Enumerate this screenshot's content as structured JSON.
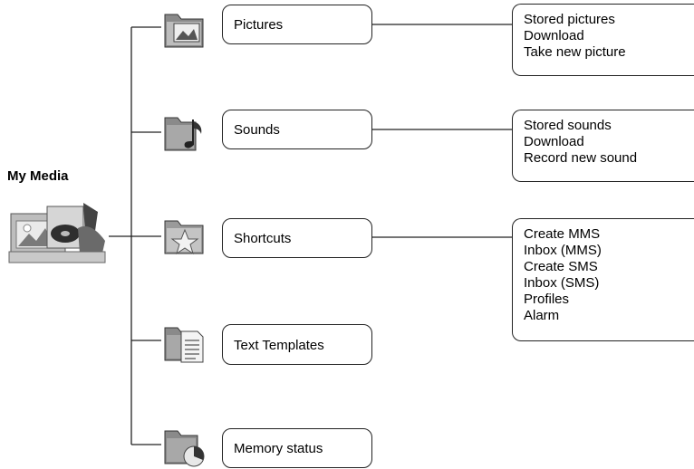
{
  "root": {
    "title": "My Media",
    "icon": "media-collage-icon"
  },
  "items": [
    {
      "label": "Pictures",
      "icon": "folder-picture-icon",
      "submenu": [
        "Stored pictures",
        "Download",
        "Take new picture"
      ]
    },
    {
      "label": "Sounds",
      "icon": "folder-music-note-icon",
      "submenu": [
        "Stored sounds",
        "Download",
        "Record new sound"
      ]
    },
    {
      "label": "Shortcuts",
      "icon": "folder-star-icon",
      "submenu": [
        "Create MMS",
        "Inbox (MMS)",
        "Create SMS",
        "Inbox (SMS)",
        "Profiles",
        "Alarm"
      ]
    },
    {
      "label": "Text Templates",
      "icon": "folder-document-icon",
      "submenu": []
    },
    {
      "label": "Memory status",
      "icon": "folder-pie-chart-icon",
      "submenu": []
    }
  ],
  "colors": {
    "line": "#222222",
    "icon_dark": "#3a3a3a",
    "icon_mid": "#8a8a8a",
    "icon_light": "#d8d8d8"
  }
}
